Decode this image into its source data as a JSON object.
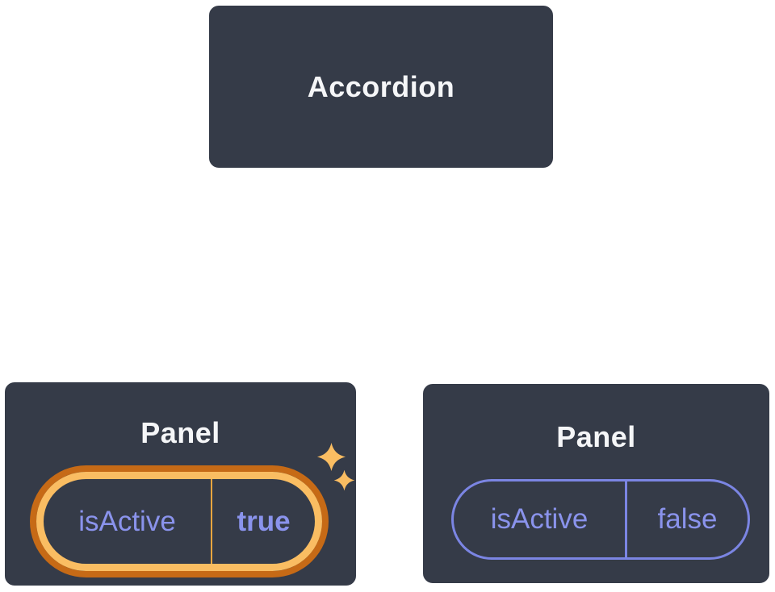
{
  "diagram": {
    "root_node": {
      "label": "Accordion"
    },
    "panels": [
      {
        "label": "Panel",
        "prop_name": "isActive",
        "prop_value": "true",
        "highlighted": true,
        "decoration": "sparkles-icon"
      },
      {
        "label": "Panel",
        "prop_name": "isActive",
        "prop_value": "false",
        "highlighted": false
      }
    ],
    "colors": {
      "node_fill": "#353B48",
      "node_border": "#FFFFFF",
      "connector": "#FFFFFF",
      "title_text": "#F5F6F8",
      "purple_text": "#8A93EC",
      "purple_border": "#7B85E3",
      "gold": "#FABD62",
      "dark_orange": "#C66A16",
      "divider_gold": "#EEA63F",
      "background": "#FFFFFF"
    }
  }
}
